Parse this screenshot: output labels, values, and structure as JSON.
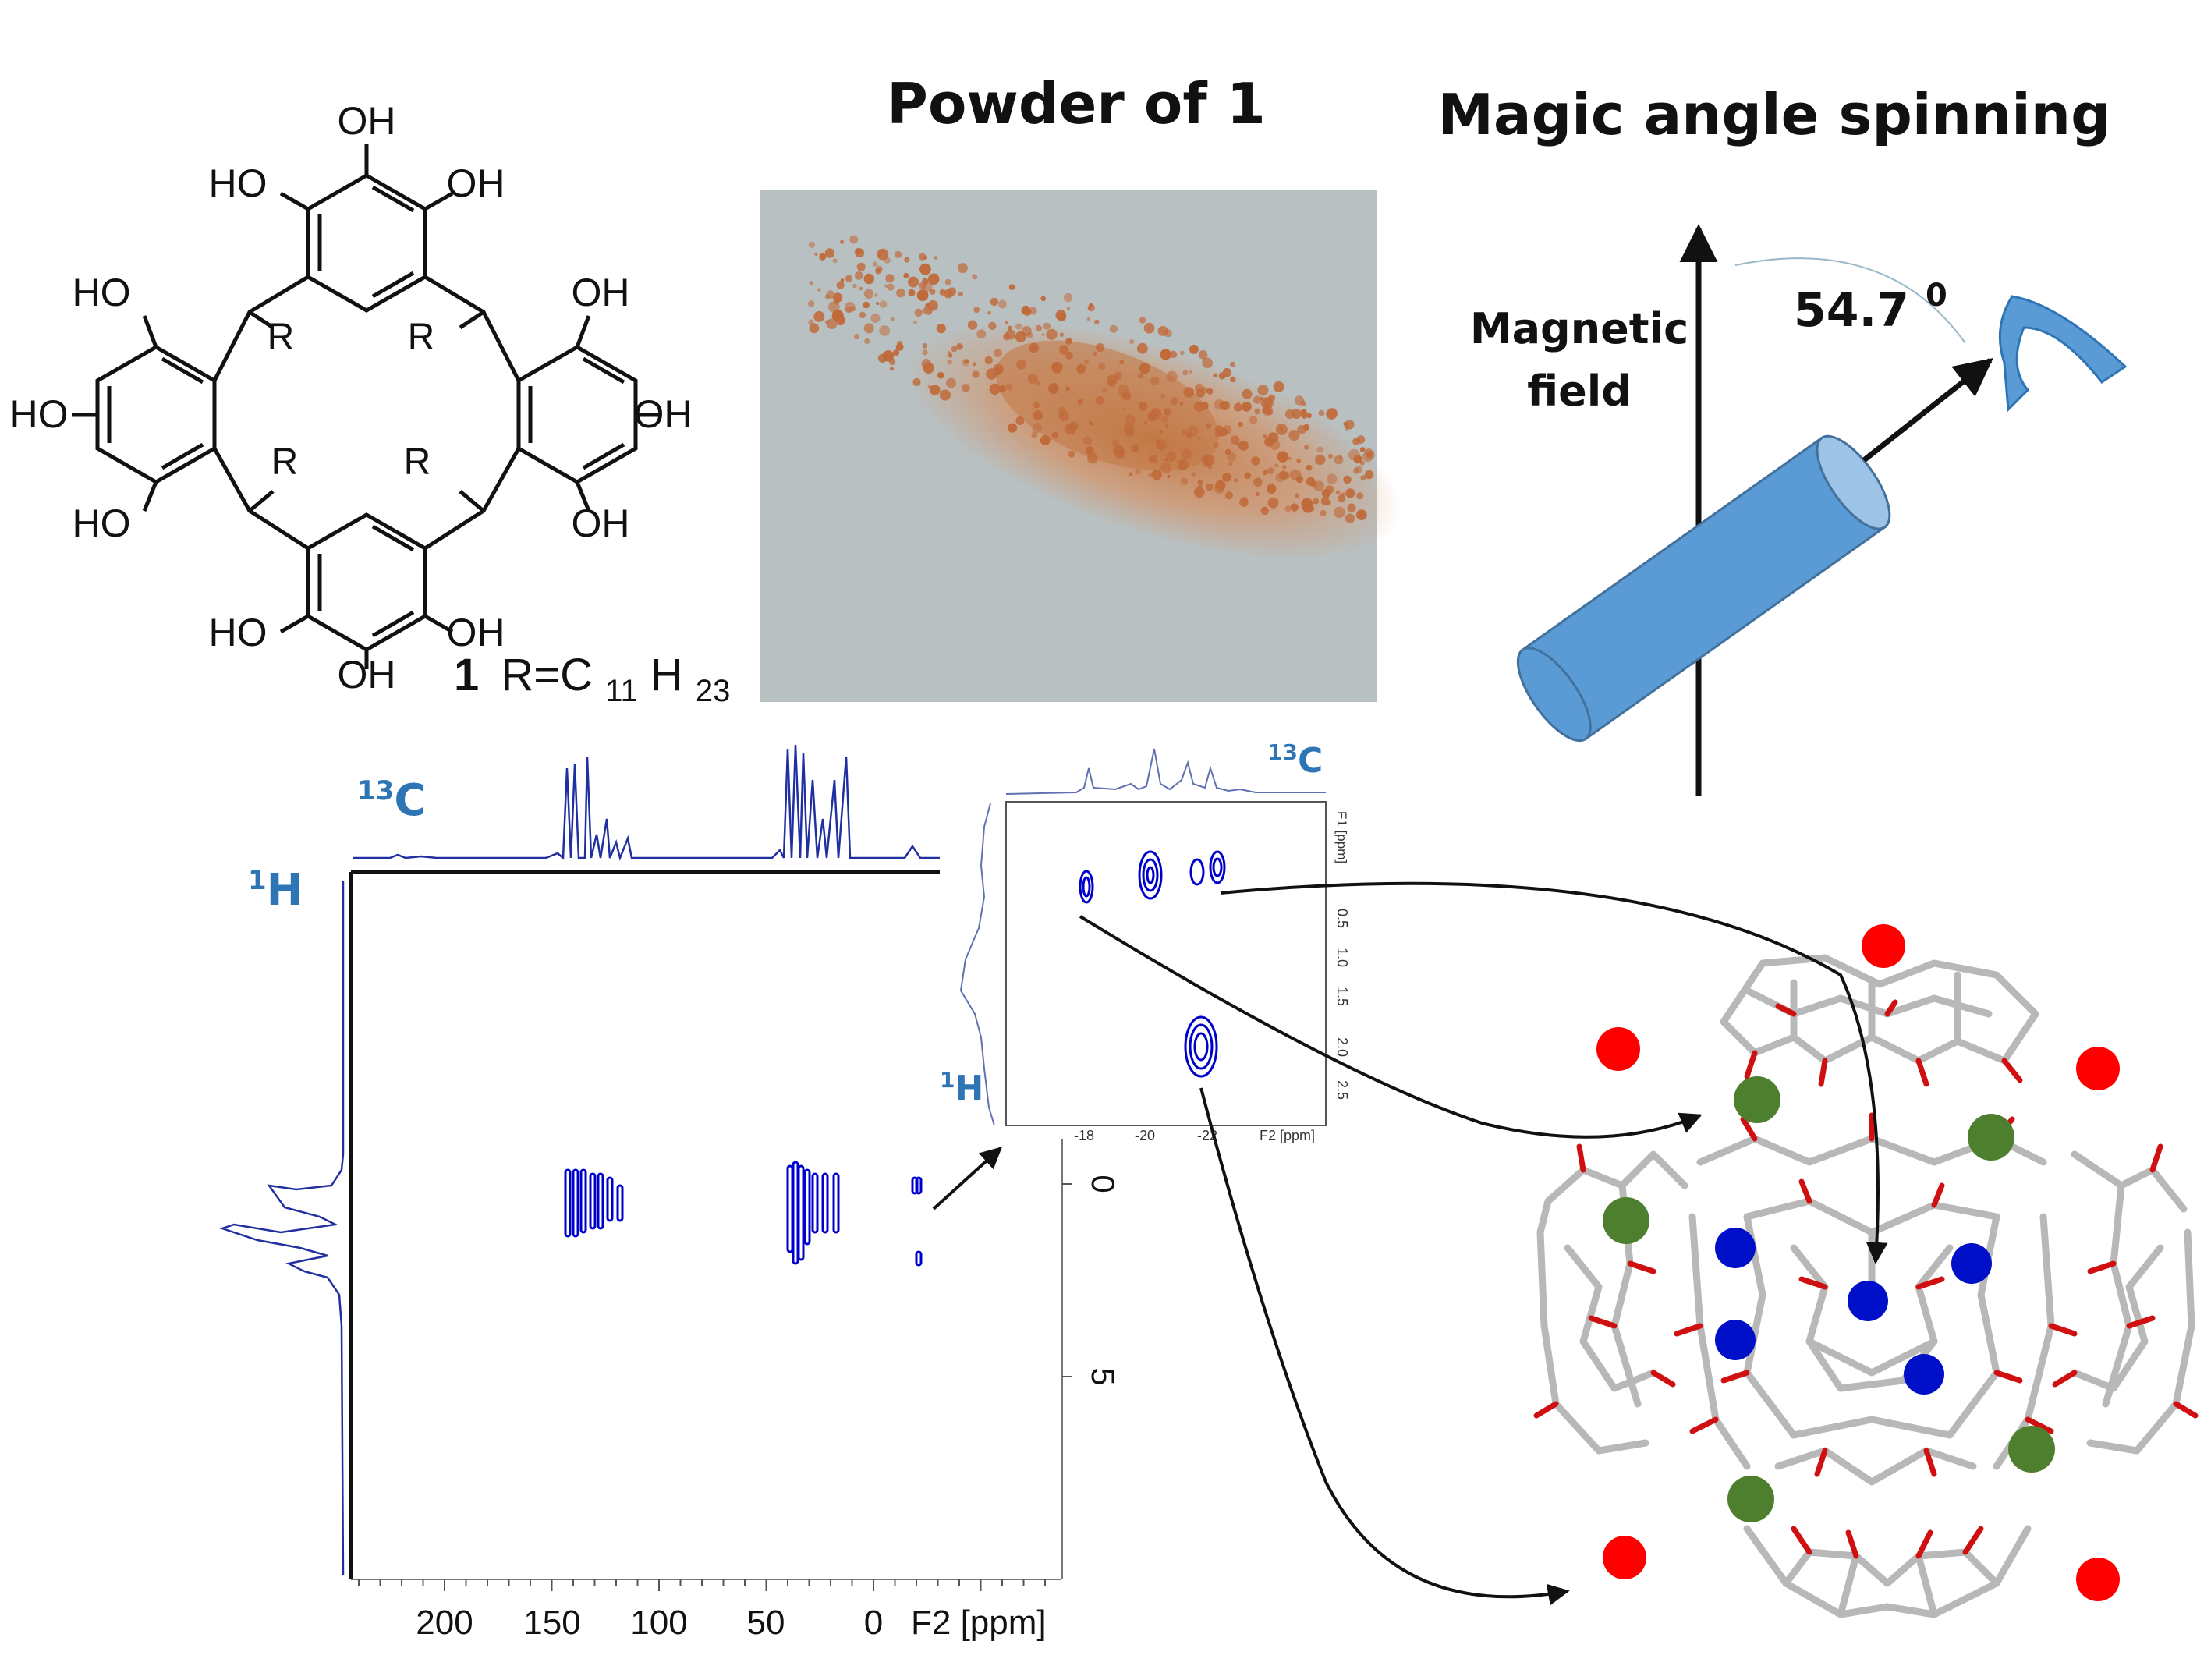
{
  "titles": {
    "powder": "Powder of 1",
    "mas": "Magic angle spinning"
  },
  "molecule": {
    "oh_label": "OH",
    "ho_label": "HO",
    "r_label": "R",
    "compound_number": "1",
    "compound_formula_prefix": "R=C",
    "subscript_c": "11",
    "formula_h": "H",
    "subscript_h": "23"
  },
  "mas": {
    "field_label_line1": "Magnetic",
    "field_label_line2": "field",
    "angle_value": "54.7",
    "angle_unit": "0"
  },
  "spectrum_main": {
    "label_c13_mass": "13",
    "label_c13_elem": "C",
    "label_h1_mass": "1",
    "label_h1_elem": "H",
    "x_axis_label": "F2 [ppm]",
    "x_ticks": [
      "200",
      "150",
      "100",
      "50",
      "0"
    ],
    "y_ticks": [
      "0",
      "5"
    ]
  },
  "spectrum_inset": {
    "label_c13_mass": "13",
    "label_c13_elem": "C",
    "label_h1_mass": "1",
    "label_h1_elem": "H",
    "x_axis_label": "F2 [ppm]",
    "y_axis_label": "F1 [ppm]",
    "x_ticks": [
      "-18",
      "-20",
      "-22"
    ],
    "y_ticks": [
      "0.5",
      "1.0",
      "1.5",
      "2.0",
      "2.5"
    ]
  },
  "colors": {
    "accent_blue": "#2e75b6",
    "cylinder_blue": "#5b9bd5",
    "contour_blue": "#0000cc",
    "atom_red": "#ff0000",
    "atom_green": "#4e7f2e",
    "atom_blue": "#0010c8",
    "bond_grey": "#b8b8b8",
    "oxygen_red": "#d01010"
  }
}
